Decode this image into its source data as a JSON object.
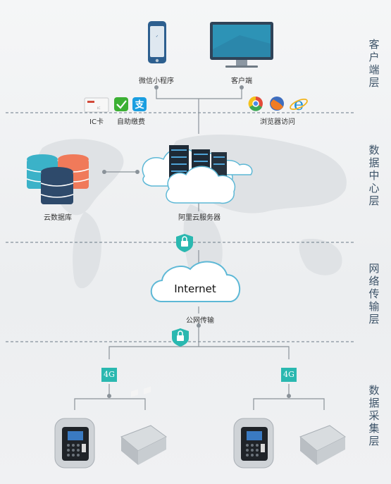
{
  "layers": {
    "client": "客户端层",
    "datacenter": "数据中心层",
    "network": "网络传输层",
    "collection": "数据采集层"
  },
  "client": {
    "mini_program": "微信小程序",
    "client_app": "客户端",
    "ic_card": "IC卡",
    "auto_pay": "自助缴费",
    "browser_access": "浏览器访问"
  },
  "datacenter": {
    "cloud_db": "云数据库",
    "aliyun_server": "阿里云服务器"
  },
  "network": {
    "internet": "Internet",
    "public_net": "公网传输"
  },
  "collection": {
    "left_4g": "4G",
    "right_4g": "4G"
  },
  "colors": {
    "teal": "#2ab8b0",
    "layer_text": "#3d5368",
    "line": "#8a9299",
    "db_teal": "#3bb2c8",
    "db_red": "#f07a5a",
    "db_navy": "#2e4a6b"
  }
}
